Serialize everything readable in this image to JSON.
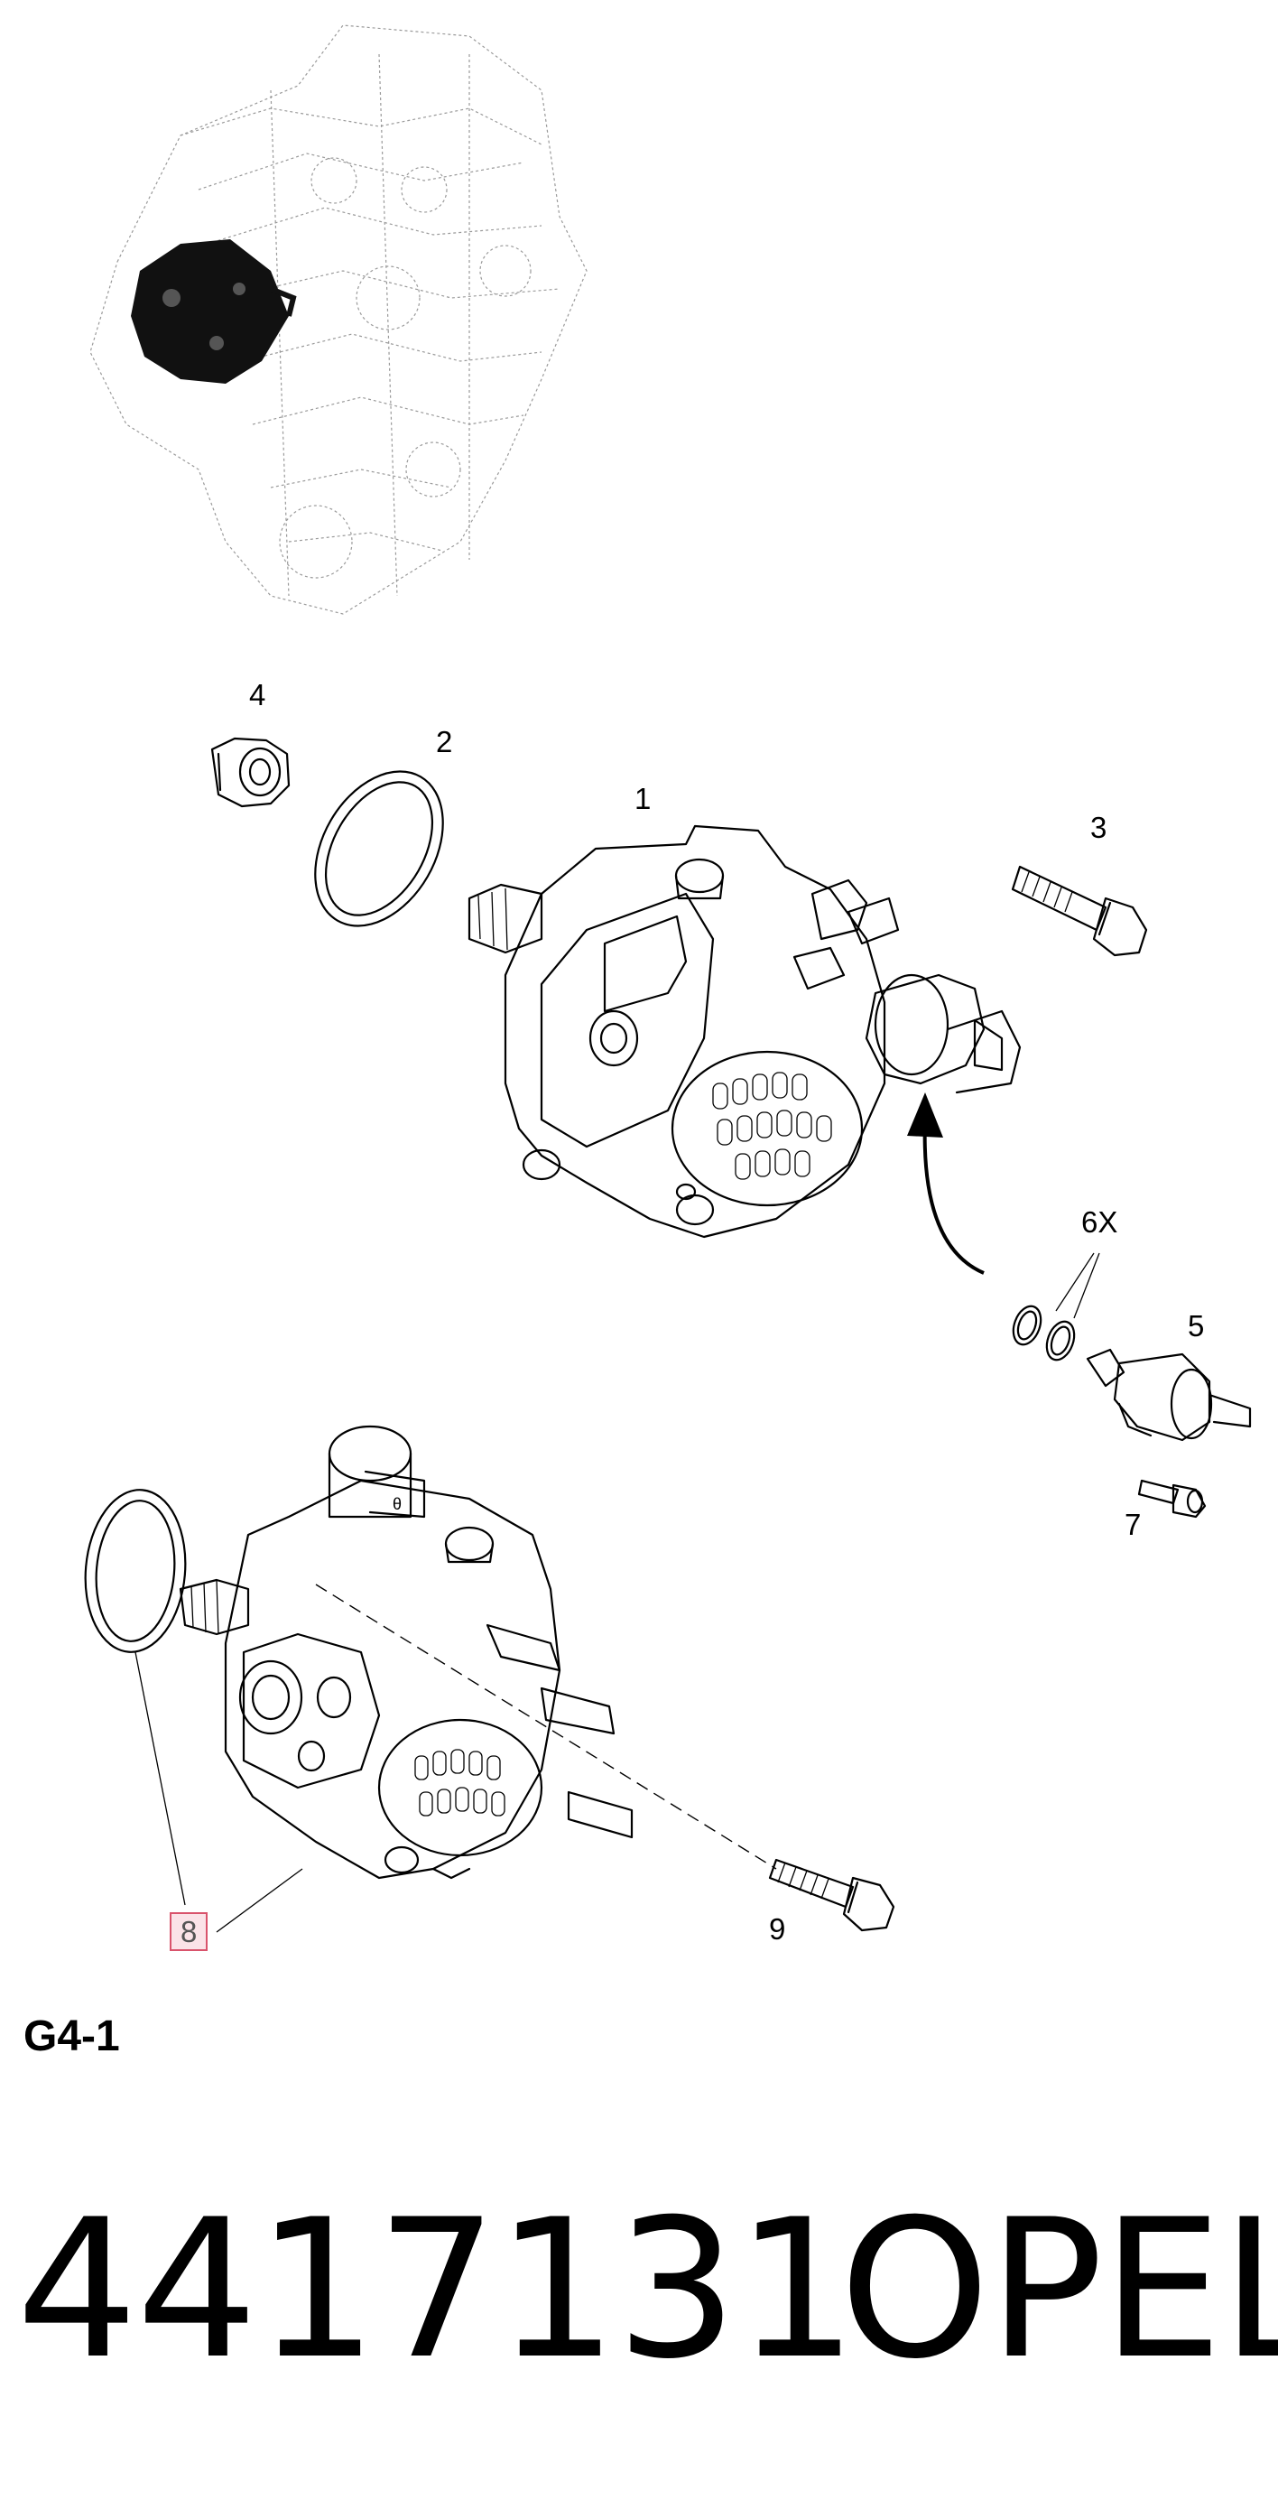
{
  "callouts": {
    "c1": "1",
    "c2": "2",
    "c3": "3",
    "c4": "4",
    "c5": "5",
    "c6": "6X",
    "c7": "7",
    "c8": "8",
    "c9": "9"
  },
  "section_code": "G4-1",
  "part_number": "4417131",
  "brand": "OPEL",
  "colors": {
    "highlight_border": "#d9536c",
    "highlight_fill": "#fbe3e8"
  }
}
